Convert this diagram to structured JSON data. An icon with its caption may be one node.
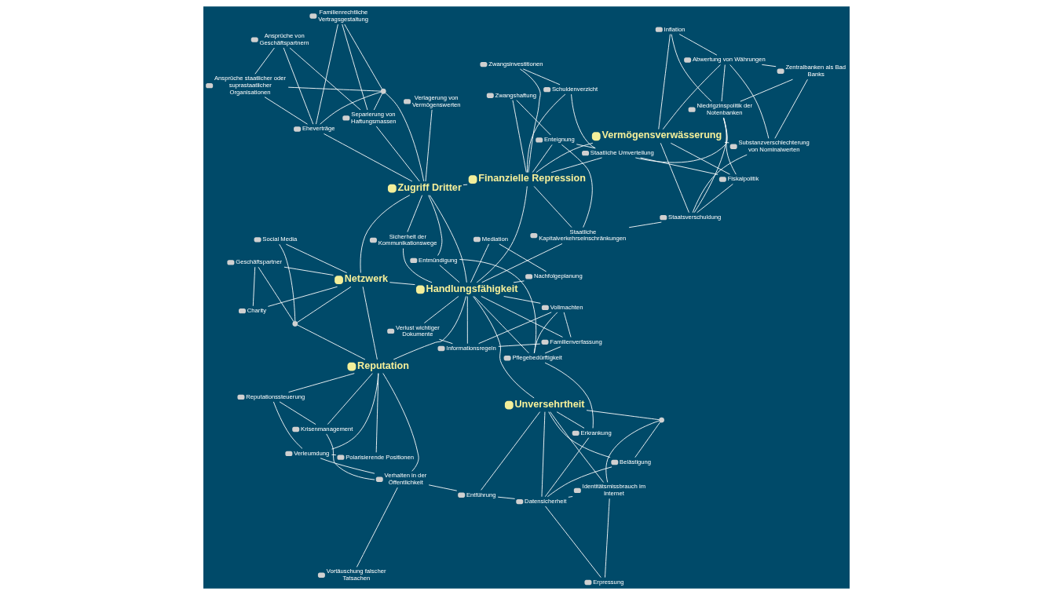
{
  "diagram": {
    "nodes": [
      {
        "text": [
          "Vermögensverwässerung"
        ]
      },
      {
        "text": [
          "Finanzielle Repression"
        ]
      },
      {
        "text": [
          "Zugriff Dritter"
        ]
      },
      {
        "text": [
          "Handlungsfähigkeit"
        ]
      },
      {
        "text": [
          "Unversehrtheit"
        ]
      },
      {
        "text": [
          "Reputation"
        ]
      },
      {
        "text": [
          "Netzwerk"
        ]
      },
      {
        "text": [
          "Inflation"
        ]
      },
      {
        "text": [
          "Niedrigzinspolitik der Notenbanken"
        ]
      },
      {
        "text": [
          "Abwertung von Währungen"
        ]
      },
      {
        "text": [
          "Fiskalpolitik"
        ]
      },
      {
        "text": [
          "Zentralbanken als Bad Banks"
        ]
      },
      {
        "text": [
          "Substanzverschlechterung von Nominalwerten"
        ]
      },
      {
        "text": [
          "Staatsverschuldung"
        ]
      },
      {
        "text": [
          "Schuldenverzicht"
        ]
      },
      {
        "text": [
          "Zwangsinvestitionen"
        ]
      },
      {
        "text": [
          "Staatliche Umverteilung"
        ]
      },
      {
        "text": [
          "Enteignung"
        ]
      },
      {
        "text": [
          "Zwangshaftung"
        ]
      },
      {
        "text": [
          "Staatliche Kapitalverkehrseinschränkungen"
        ]
      },
      {
        "text": [
          "Eheverträge"
        ]
      },
      {
        "text": [
          "Ansprüche von Geschäftspartnern"
        ]
      },
      {
        "text": [
          "Ansprüche staatlicher oder suprastaatlicher Organisationen"
        ]
      },
      {
        "text": [],
        "shape": "circle"
      },
      {
        "text": [
          "Familienrechtliche Vertragsgestaltung"
        ]
      },
      {
        "text": [
          "Verlagerung von Vermögenswerten"
        ]
      },
      {
        "text": [
          "Separierung von Haftungsmassen"
        ]
      },
      {
        "text": [
          "Mediation"
        ]
      },
      {
        "text": [
          "Nachfolgeplanung"
        ]
      },
      {
        "text": [
          "Sicherheit der Kommunikationswege"
        ]
      },
      {
        "text": [
          "Entmündigung"
        ]
      },
      {
        "text": [
          "Verlust wichtiger Dokumente"
        ]
      },
      {
        "text": [
          "Pflegebedürftigkeit"
        ]
      },
      {
        "text": [
          "Informationsregeln"
        ]
      },
      {
        "text": [
          "Familienverfassung"
        ]
      },
      {
        "text": [
          "Vollmachten"
        ]
      },
      {
        "text": [
          "Identitätsmissbrauch im Internet"
        ]
      },
      {
        "text": [
          "Erpressung"
        ]
      },
      {
        "text": [],
        "shape": "circle"
      },
      {
        "text": [
          "Datensicherheit"
        ]
      },
      {
        "text": [
          "Belästigung"
        ]
      },
      {
        "text": [
          "Erkrankung"
        ]
      },
      {
        "text": [
          "Entführung"
        ]
      },
      {
        "text": [
          "Charity"
        ]
      },
      {
        "text": [
          "Social Media"
        ]
      },
      {
        "text": [
          "Geschäftspartner"
        ]
      },
      {
        "text": [],
        "shape": "circle"
      },
      {
        "text": [
          "Verleumdung"
        ]
      },
      {
        "text": [
          "Verhalten in der Öffentlichkeit"
        ]
      },
      {
        "text": [
          "Polarisierende Positionen"
        ]
      },
      {
        "text": [
          "Vortäuschung falscher Tatsachen"
        ]
      },
      {
        "text": [
          "Reputationssteuerung"
        ]
      },
      {
        "text": [
          "Krisenmanagement"
        ]
      }
    ],
    "edges": [
      {
        "from": 7,
        "to": 8,
        "arrow": "none"
      },
      {
        "from": 7,
        "to": 9,
        "arrow": "none"
      },
      {
        "from": 7,
        "to": 0,
        "arrow": "none"
      },
      {
        "from": 8,
        "to": 9,
        "arrow": "none"
      },
      {
        "from": 8,
        "to": 11,
        "arrow": "none"
      },
      {
        "from": 8,
        "to": 13,
        "arrow": "none"
      },
      {
        "from": 8,
        "to": 10,
        "arrow": "none"
      },
      {
        "from": 8,
        "to": 16,
        "arrow": "none"
      },
      {
        "from": 9,
        "to": 0,
        "arrow": "none"
      },
      {
        "from": 9,
        "to": 11,
        "arrow": "none"
      },
      {
        "from": 9,
        "to": 12,
        "arrow": "none"
      },
      {
        "from": 0,
        "to": 10,
        "arrow": "none"
      },
      {
        "from": 0,
        "to": 1,
        "arrow": "none"
      },
      {
        "from": 0,
        "to": 13,
        "arrow": "none"
      },
      {
        "from": 0,
        "to": 12,
        "arrow": "none"
      },
      {
        "from": 10,
        "to": 16,
        "arrow": "none"
      },
      {
        "from": 10,
        "to": 13,
        "arrow": "none"
      },
      {
        "from": 11,
        "to": 12,
        "arrow": "none"
      },
      {
        "from": 12,
        "to": 13,
        "arrow": "none"
      },
      {
        "from": 13,
        "to": 19,
        "arrow": "none"
      },
      {
        "from": 16,
        "to": 14,
        "arrow": "none"
      },
      {
        "from": 16,
        "to": 17,
        "arrow": "none"
      },
      {
        "from": 16,
        "to": 1,
        "arrow": "none"
      },
      {
        "from": 14,
        "to": 15,
        "arrow": "none"
      },
      {
        "from": 14,
        "to": 1,
        "arrow": "none"
      },
      {
        "from": 15,
        "to": 1,
        "arrow": "none"
      },
      {
        "from": 17,
        "to": 1,
        "arrow": "none"
      },
      {
        "from": 17,
        "to": 18,
        "arrow": "none"
      },
      {
        "from": 17,
        "to": 19,
        "arrow": "none"
      },
      {
        "from": 1,
        "to": 18,
        "arrow": "none"
      },
      {
        "from": 1,
        "to": 19,
        "arrow": "none"
      },
      {
        "from": 1,
        "to": 3,
        "arrow": "none"
      },
      {
        "from": 1,
        "to": 2,
        "arrow": "none"
      },
      {
        "from": 19,
        "to": 3,
        "arrow": "none"
      },
      {
        "from": 20,
        "to": 21,
        "arrow": "none"
      },
      {
        "from": 20,
        "to": 22,
        "arrow": "none"
      },
      {
        "from": 20,
        "to": 2,
        "arrow": "none"
      },
      {
        "from": 20,
        "to": 23,
        "arrow": "none"
      },
      {
        "from": 20,
        "to": 24,
        "arrow": "none"
      },
      {
        "from": 21,
        "to": 22,
        "arrow": "none"
      },
      {
        "from": 21,
        "to": 26,
        "arrow": "none"
      },
      {
        "from": 22,
        "to": 23,
        "arrow": "none"
      },
      {
        "from": 2,
        "to": 23,
        "arrow": "none"
      },
      {
        "from": 2,
        "to": 25,
        "arrow": "none"
      },
      {
        "from": 2,
        "to": 26,
        "arrow": "none"
      },
      {
        "from": 2,
        "to": 3,
        "arrow": "none"
      },
      {
        "from": 2,
        "to": 29,
        "arrow": "none"
      },
      {
        "from": 2,
        "to": 30,
        "arrow": "none"
      },
      {
        "from": 2,
        "to": 6,
        "arrow": "none"
      },
      {
        "from": 24,
        "to": 23,
        "arrow": "none"
      },
      {
        "from": 24,
        "to": 26,
        "arrow": "none"
      },
      {
        "from": 23,
        "to": 26,
        "arrow": "none"
      },
      {
        "from": 27,
        "to": 28,
        "arrow": "none"
      },
      {
        "from": 27,
        "to": 3,
        "arrow": "none"
      },
      {
        "from": 28,
        "to": 3,
        "arrow": "none"
      },
      {
        "from": 29,
        "to": 3,
        "arrow": "none"
      },
      {
        "from": 3,
        "to": 6,
        "arrow": "none"
      },
      {
        "from": 3,
        "to": 30,
        "arrow": "none"
      },
      {
        "from": 3,
        "to": 31,
        "arrow": "none"
      },
      {
        "from": 3,
        "to": 5,
        "arrow": "none"
      },
      {
        "from": 3,
        "to": 33,
        "arrow": "none"
      },
      {
        "from": 3,
        "to": 35,
        "arrow": "none"
      },
      {
        "from": 3,
        "to": 34,
        "arrow": "none"
      },
      {
        "from": 3,
        "to": 32,
        "arrow": "none"
      },
      {
        "from": 3,
        "to": 4,
        "arrow": "none"
      },
      {
        "from": 32,
        "to": 30,
        "arrow": "none"
      },
      {
        "from": 32,
        "to": 34,
        "arrow": "none"
      },
      {
        "from": 32,
        "to": 35,
        "arrow": "none"
      },
      {
        "from": 32,
        "to": 41,
        "arrow": "none"
      },
      {
        "from": 34,
        "to": 33,
        "arrow": "none"
      },
      {
        "from": 34,
        "to": 35,
        "arrow": "none"
      },
      {
        "from": 35,
        "to": 33,
        "arrow": "none"
      },
      {
        "from": 33,
        "to": 31,
        "arrow": "none"
      },
      {
        "from": 42,
        "to": 48,
        "arrow": "none"
      },
      {
        "from": 36,
        "to": 37,
        "arrow": "none"
      },
      {
        "from": 36,
        "to": 38,
        "arrow": "none"
      },
      {
        "from": 36,
        "to": 4,
        "arrow": "none"
      },
      {
        "from": 36,
        "to": 39,
        "arrow": "none"
      },
      {
        "from": 38,
        "to": 40,
        "arrow": "none"
      },
      {
        "from": 38,
        "to": 4,
        "arrow": "none"
      },
      {
        "from": 37,
        "to": 39,
        "arrow": "none"
      },
      {
        "from": 39,
        "to": 40,
        "arrow": "none"
      },
      {
        "from": 39,
        "to": 4,
        "arrow": "none"
      },
      {
        "from": 39,
        "to": 41,
        "arrow": "none"
      },
      {
        "from": 39,
        "to": 42,
        "arrow": "none"
      },
      {
        "from": 40,
        "to": 4,
        "arrow": "none"
      },
      {
        "from": 4,
        "to": 41,
        "arrow": "none"
      },
      {
        "from": 4,
        "to": 42,
        "arrow": "none"
      },
      {
        "from": 43,
        "to": 45,
        "arrow": "none"
      },
      {
        "from": 43,
        "to": 6,
        "arrow": "none"
      },
      {
        "from": 45,
        "to": 6,
        "arrow": "none"
      },
      {
        "from": 45,
        "to": 46,
        "arrow": "none"
      },
      {
        "from": 44,
        "to": 6,
        "arrow": "none"
      },
      {
        "from": 44,
        "to": 46,
        "arrow": "none"
      },
      {
        "from": 6,
        "to": 46,
        "arrow": "none"
      },
      {
        "from": 6,
        "to": 5,
        "arrow": "none"
      },
      {
        "from": 5,
        "to": 46,
        "arrow": "none"
      },
      {
        "from": 47,
        "to": 48,
        "arrow": "none"
      },
      {
        "from": 47,
        "to": 5,
        "arrow": "none"
      },
      {
        "from": 47,
        "to": 51,
        "arrow": "none"
      },
      {
        "from": 47,
        "to": 49,
        "arrow": "none"
      },
      {
        "from": 5,
        "to": 49,
        "arrow": "none"
      },
      {
        "from": 5,
        "to": 51,
        "arrow": "none"
      },
      {
        "from": 5,
        "to": 48,
        "arrow": "none"
      },
      {
        "from": 5,
        "to": 52,
        "arrow": "none"
      },
      {
        "from": 48,
        "to": 50,
        "arrow": "none"
      },
      {
        "from": 48,
        "to": 52,
        "arrow": "none"
      },
      {
        "from": 52,
        "to": 51,
        "arrow": "none"
      }
    ]
  }
}
